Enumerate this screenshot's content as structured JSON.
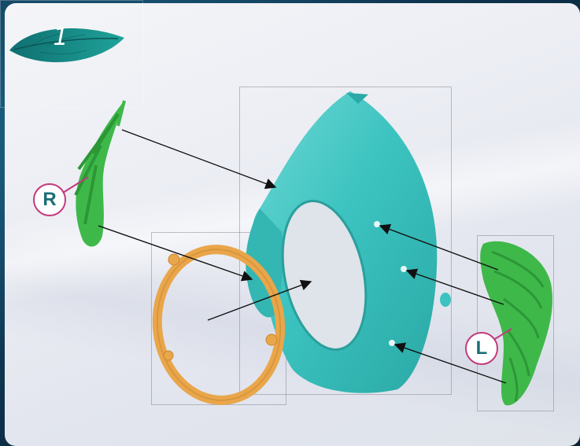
{
  "step": {
    "number": "1",
    "icon": "leaf-icon"
  },
  "parts": {
    "right_label": "R",
    "left_label": "L"
  },
  "colors": {
    "leaf_badge": "#1a8f8a",
    "mask_shell": "#3cc3c0",
    "ring": "#e9a64a",
    "leaf_part": "#3fb84a",
    "label_ring": "#c23a7a",
    "label_text": "#1d6e76"
  }
}
